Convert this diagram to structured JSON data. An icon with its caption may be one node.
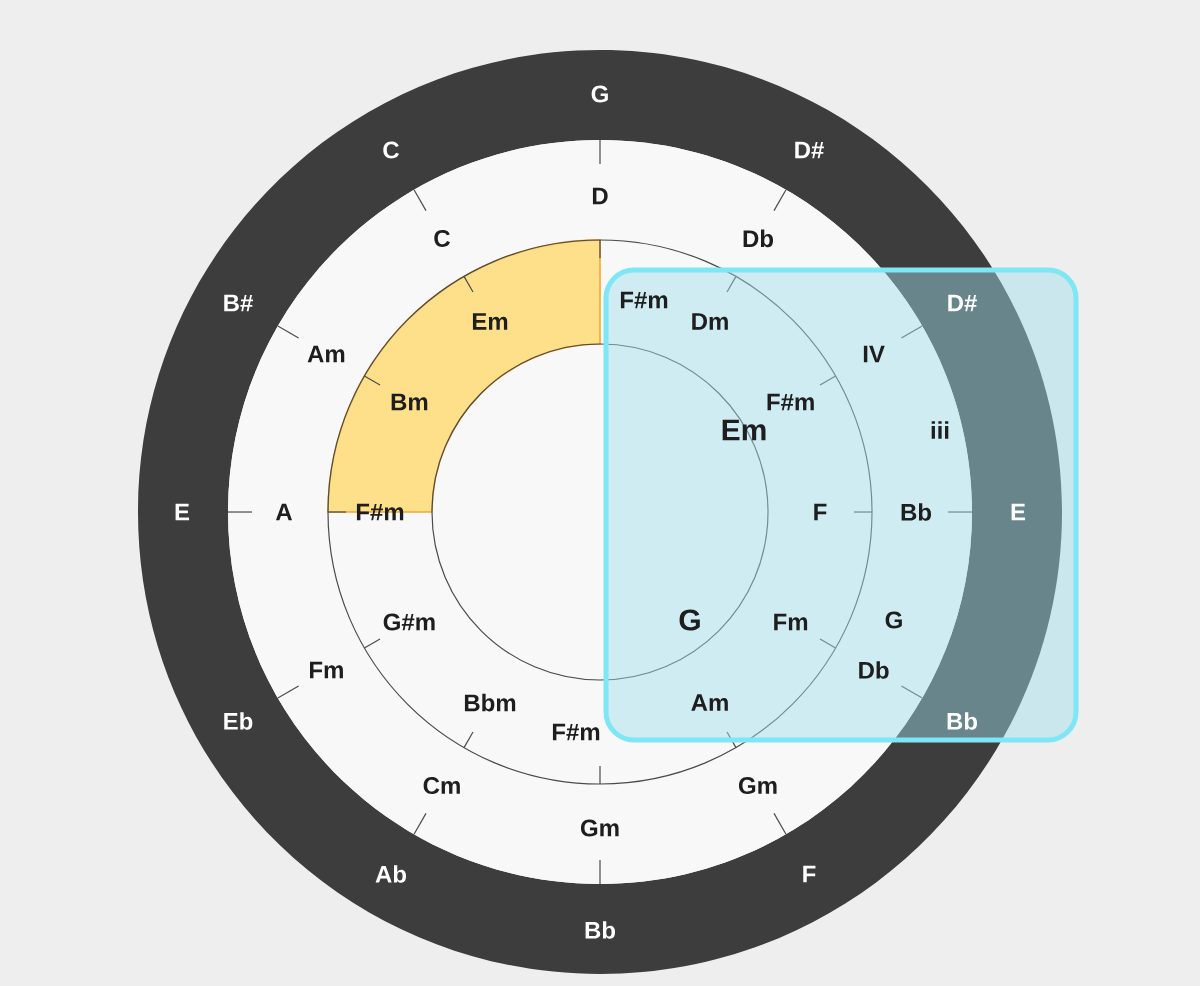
{
  "diagram": {
    "labels": [
      "G",
      "D#",
      "D#",
      "E",
      "Bb",
      "F",
      "Bb",
      "Ab",
      "Eb",
      "E",
      "B#",
      "C",
      "D",
      "Db",
      "IV",
      "Bb",
      "Db",
      "Gm",
      "Gm",
      "Cm",
      "Fm",
      "A",
      "Am",
      "C",
      "F#m",
      "Dm",
      "F#m",
      "F",
      "Fm",
      "Am",
      "F#m",
      "Bbm",
      "G#m",
      "F#m",
      "Bm",
      "Em",
      "Em",
      "iii",
      "G",
      "G"
    ]
  }
}
